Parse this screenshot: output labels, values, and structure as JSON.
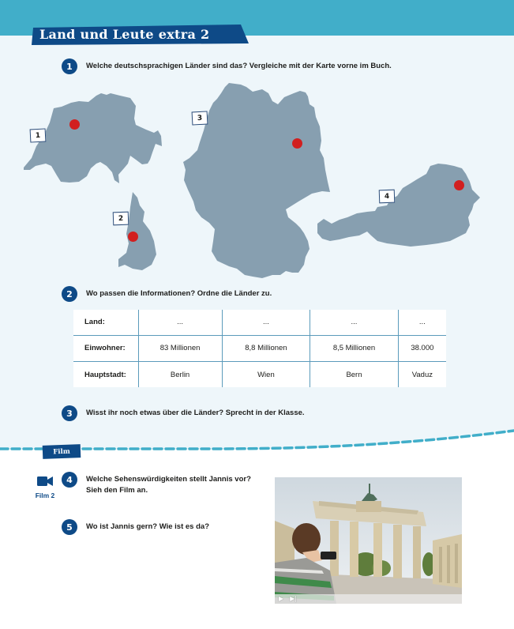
{
  "header": {
    "title": "Land und Leute extra 2",
    "band_color": "#41aec9",
    "banner_color": "#0e4a87"
  },
  "tasks": [
    {
      "number": "1",
      "text": "Welche deutschsprachigen Länder sind das? Vergleiche mit der Karte vorne im Buch."
    },
    {
      "number": "2",
      "text": "Wo passen die Informationen? Ordne die Länder zu."
    },
    {
      "number": "3",
      "text": "Wisst ihr noch etwas über die Länder? Sprecht in der Klasse."
    },
    {
      "number": "4",
      "text_line1": "Welche Sehenswürdigkeiten stellt Jannis vor?",
      "text_line2": "Sieh den Film an."
    },
    {
      "number": "5",
      "text": "Wo ist Jannis gern? Wie ist es da?"
    }
  ],
  "maps": {
    "fill_color": "#879fb0",
    "capital_color": "#d11f1f",
    "items": [
      {
        "label": "1",
        "country_shape": "switzerland"
      },
      {
        "label": "2",
        "country_shape": "liechtenstein"
      },
      {
        "label": "3",
        "country_shape": "germany"
      },
      {
        "label": "4",
        "country_shape": "austria"
      }
    ]
  },
  "table": {
    "rows": [
      {
        "header": "Land:",
        "cells": [
          "...",
          "...",
          "...",
          "..."
        ]
      },
      {
        "header": "Einwohner:",
        "cells": [
          "83 Millionen",
          "8,8 Millionen",
          "8,5 Millionen",
          "38.000"
        ]
      },
      {
        "header": "Hauptstadt:",
        "cells": [
          "Berlin",
          "Wien",
          "Bern",
          "Vaduz"
        ]
      }
    ]
  },
  "film_section": {
    "tag": "Film",
    "side_icon": "video-camera-icon",
    "side_label": "Film 2",
    "video": {
      "description": "Boy photographing the Brandenburg Gate with a smartphone",
      "controls": [
        "play-icon",
        "skip-forward-icon"
      ]
    }
  }
}
